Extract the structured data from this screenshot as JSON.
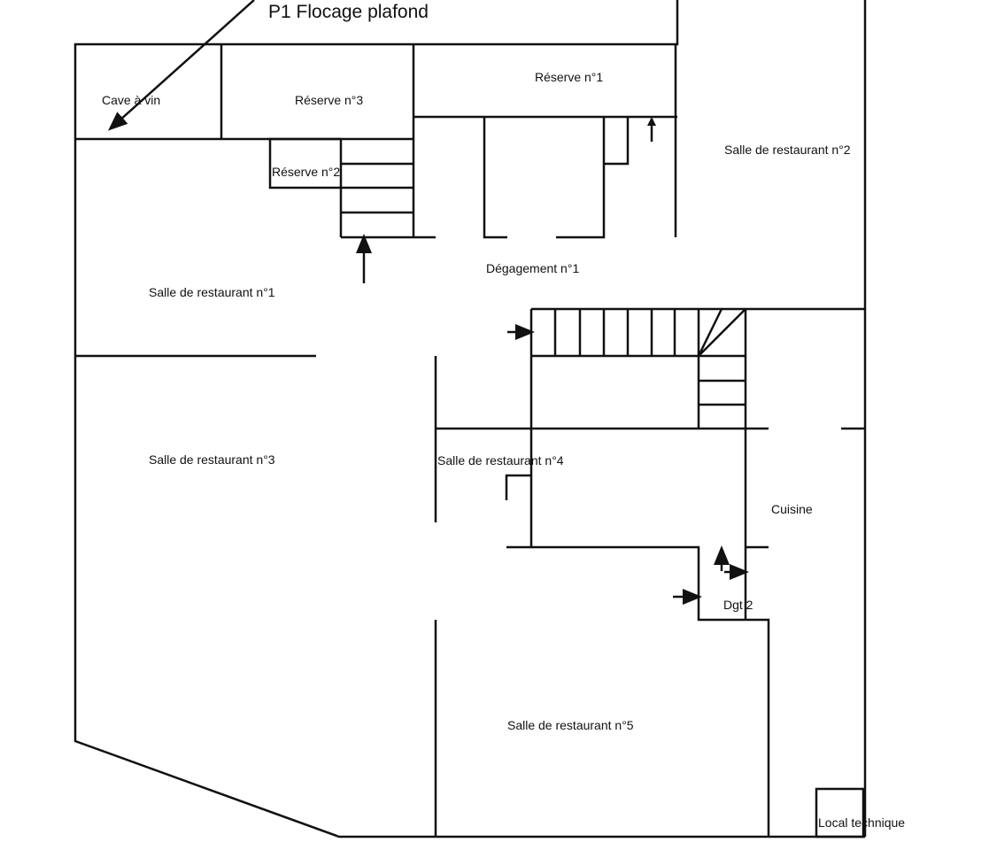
{
  "annotation": {
    "label": "P1 Flocage plafond"
  },
  "rooms": [
    {
      "id": "cave",
      "label": "Cave à vin"
    },
    {
      "id": "reserve3",
      "label": "Réserve n°3"
    },
    {
      "id": "reserve1",
      "label": "Réserve n°1"
    },
    {
      "id": "reserve2",
      "label": "Réserve n°2"
    },
    {
      "id": "salle2",
      "label": "Salle de restaurant n°2"
    },
    {
      "id": "degagement1",
      "label": "Dégagement n°1"
    },
    {
      "id": "salle1",
      "label": "Salle de restaurant n°1"
    },
    {
      "id": "salle3",
      "label": "Salle de restaurant n°3"
    },
    {
      "id": "salle4",
      "label": "Salle de restaurant n°4"
    },
    {
      "id": "cuisine",
      "label": "Cuisine"
    },
    {
      "id": "dgt2",
      "label": "Dgt 2"
    },
    {
      "id": "salle5",
      "label": "Salle de restaurant n°5"
    },
    {
      "id": "local",
      "label": "Local technique"
    }
  ]
}
